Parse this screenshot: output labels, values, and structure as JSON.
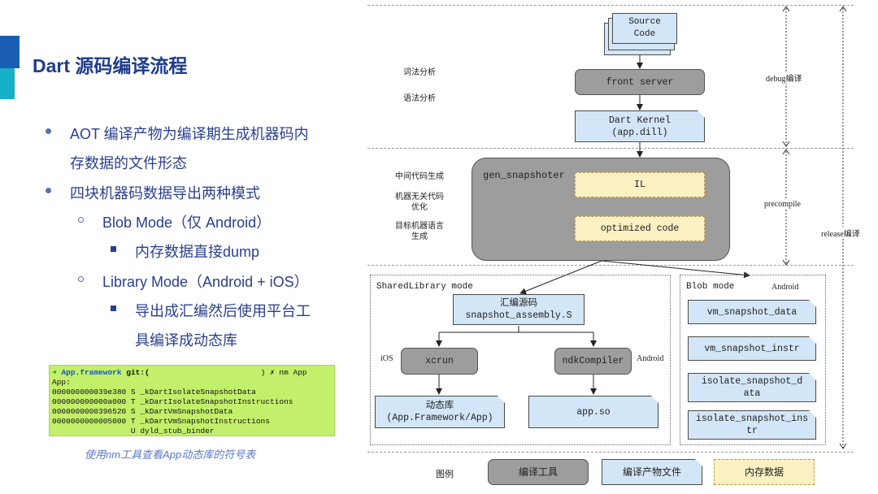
{
  "slide": {
    "title": "Dart 源码编译流程",
    "bullets": [
      {
        "line1": "AOT 编译产物为编译期生成机器码内",
        "line2": "存数据的文件形态"
      },
      {
        "line1": "四块机器码数据导出两种模式"
      }
    ],
    "sub_bullets": [
      "Blob Mode（仅 Android）",
      "Library Mode（Android + iOS）"
    ],
    "sub_sub_bullets": [
      {
        "line1": "内存数据直接dump"
      },
      {
        "line1": "导出成汇编然后使用平台工",
        "line2": "具编译成动态库"
      }
    ],
    "terminal": {
      "prompt_arrow": "➜",
      "prompt_dir": "App.framework",
      "prompt_git": "git:(",
      "prompt_close": ") ✗ nm App",
      "lines": [
        "App:",
        "000000000039e380 S _kDartIsolateSnapshotData",
        "000000000000a000 T _kDartIsolateSnapshotInstructions",
        "0000000000396520 S _kDartVmSnapshotData",
        "0000000000005000 T _kDartVmSnapshotInstructions",
        "                 U dyld_stub_binder"
      ]
    },
    "caption": "使用nm工具查看App动态库的符号表"
  },
  "diagram": {
    "source_code": [
      "Source",
      "Code"
    ],
    "front_server": "front server",
    "dart_kernel": [
      "Dart Kernel",
      "(app.dill)"
    ],
    "gen_snapshoter": "gen_snapshoter",
    "il": "IL",
    "optimized_code": "optimized code",
    "left_labels": {
      "lexical": "词法分析",
      "syntax": "语法分析",
      "intermediate": "中间代码生成",
      "machine_independent": [
        "机器无关代码",
        "优化"
      ],
      "target_machine": [
        "目标机器语言",
        "生成"
      ]
    },
    "right_labels": {
      "debug": "debug编译",
      "precompile": "precompile",
      "release": "release编译"
    },
    "shared_library": {
      "title": "SharedLibrary mode",
      "asm": [
        "汇编源码",
        "snapshot_assembly.S"
      ],
      "ios": "iOS",
      "android": "Android",
      "xcrun": "xcrun",
      "ndk": "ndkCompiler",
      "dylib": [
        "动态库",
        "(App.Framework/App)"
      ],
      "so": "app.so"
    },
    "blob_mode": {
      "title": "Blob mode",
      "android": "Android",
      "items": [
        [
          "vm_snapshot_data"
        ],
        [
          "vm_snapshot_instr"
        ],
        [
          "isolate_snapshot_d",
          "ata"
        ],
        [
          "isolate_snapshot_ins",
          "tr"
        ]
      ]
    },
    "legend": {
      "label": "图例",
      "tool": "编译工具",
      "artifact": "编译产物文件",
      "memory": "内存数据"
    }
  }
}
